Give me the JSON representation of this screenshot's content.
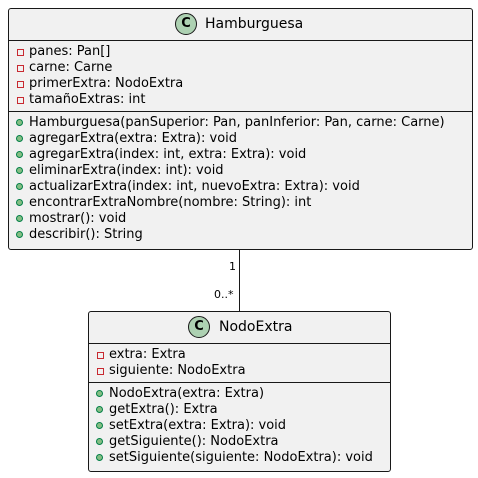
{
  "classes": {
    "hamburguesa": {
      "stereotype": "C",
      "name": "Hamburguesa",
      "attributes": [
        {
          "visibility": "private",
          "text": "panes: Pan[]"
        },
        {
          "visibility": "private",
          "text": "carne: Carne"
        },
        {
          "visibility": "private",
          "text": "primerExtra: NodoExtra"
        },
        {
          "visibility": "private",
          "text": "tamañoExtras: int"
        }
      ],
      "methods": [
        {
          "visibility": "public",
          "text": "Hamburguesa(panSuperior: Pan, panInferior: Pan, carne: Carne)"
        },
        {
          "visibility": "public",
          "text": "agregarExtra(extra: Extra): void"
        },
        {
          "visibility": "public",
          "text": "agregarExtra(index: int, extra: Extra): void"
        },
        {
          "visibility": "public",
          "text": "eliminarExtra(index: int): void"
        },
        {
          "visibility": "public",
          "text": "actualizarExtra(index: int, nuevoExtra: Extra): void"
        },
        {
          "visibility": "public",
          "text": "encontrarExtraNombre(nombre: String): int"
        },
        {
          "visibility": "public",
          "text": "mostrar(): void"
        },
        {
          "visibility": "public",
          "text": "describir(): String"
        }
      ]
    },
    "nodoextra": {
      "stereotype": "C",
      "name": "NodoExtra",
      "attributes": [
        {
          "visibility": "private",
          "text": "extra: Extra"
        },
        {
          "visibility": "private",
          "text": "siguiente: NodoExtra"
        }
      ],
      "methods": [
        {
          "visibility": "public",
          "text": "NodoExtra(extra: Extra)"
        },
        {
          "visibility": "public",
          "text": "getExtra(): Extra"
        },
        {
          "visibility": "public",
          "text": "setExtra(extra: Extra): void"
        },
        {
          "visibility": "public",
          "text": "getSiguiente(): NodoExtra"
        },
        {
          "visibility": "public",
          "text": "setSiguiente(siguiente: NodoExtra): void"
        }
      ]
    }
  },
  "association": {
    "source_multiplicity": "1",
    "target_multiplicity": "0..*"
  },
  "colors": {
    "class_fill": "#f1f1f1",
    "border": "#181818",
    "class_badge": "#add1b2",
    "private_marker": "#c82930",
    "public_marker": "#84be84"
  }
}
